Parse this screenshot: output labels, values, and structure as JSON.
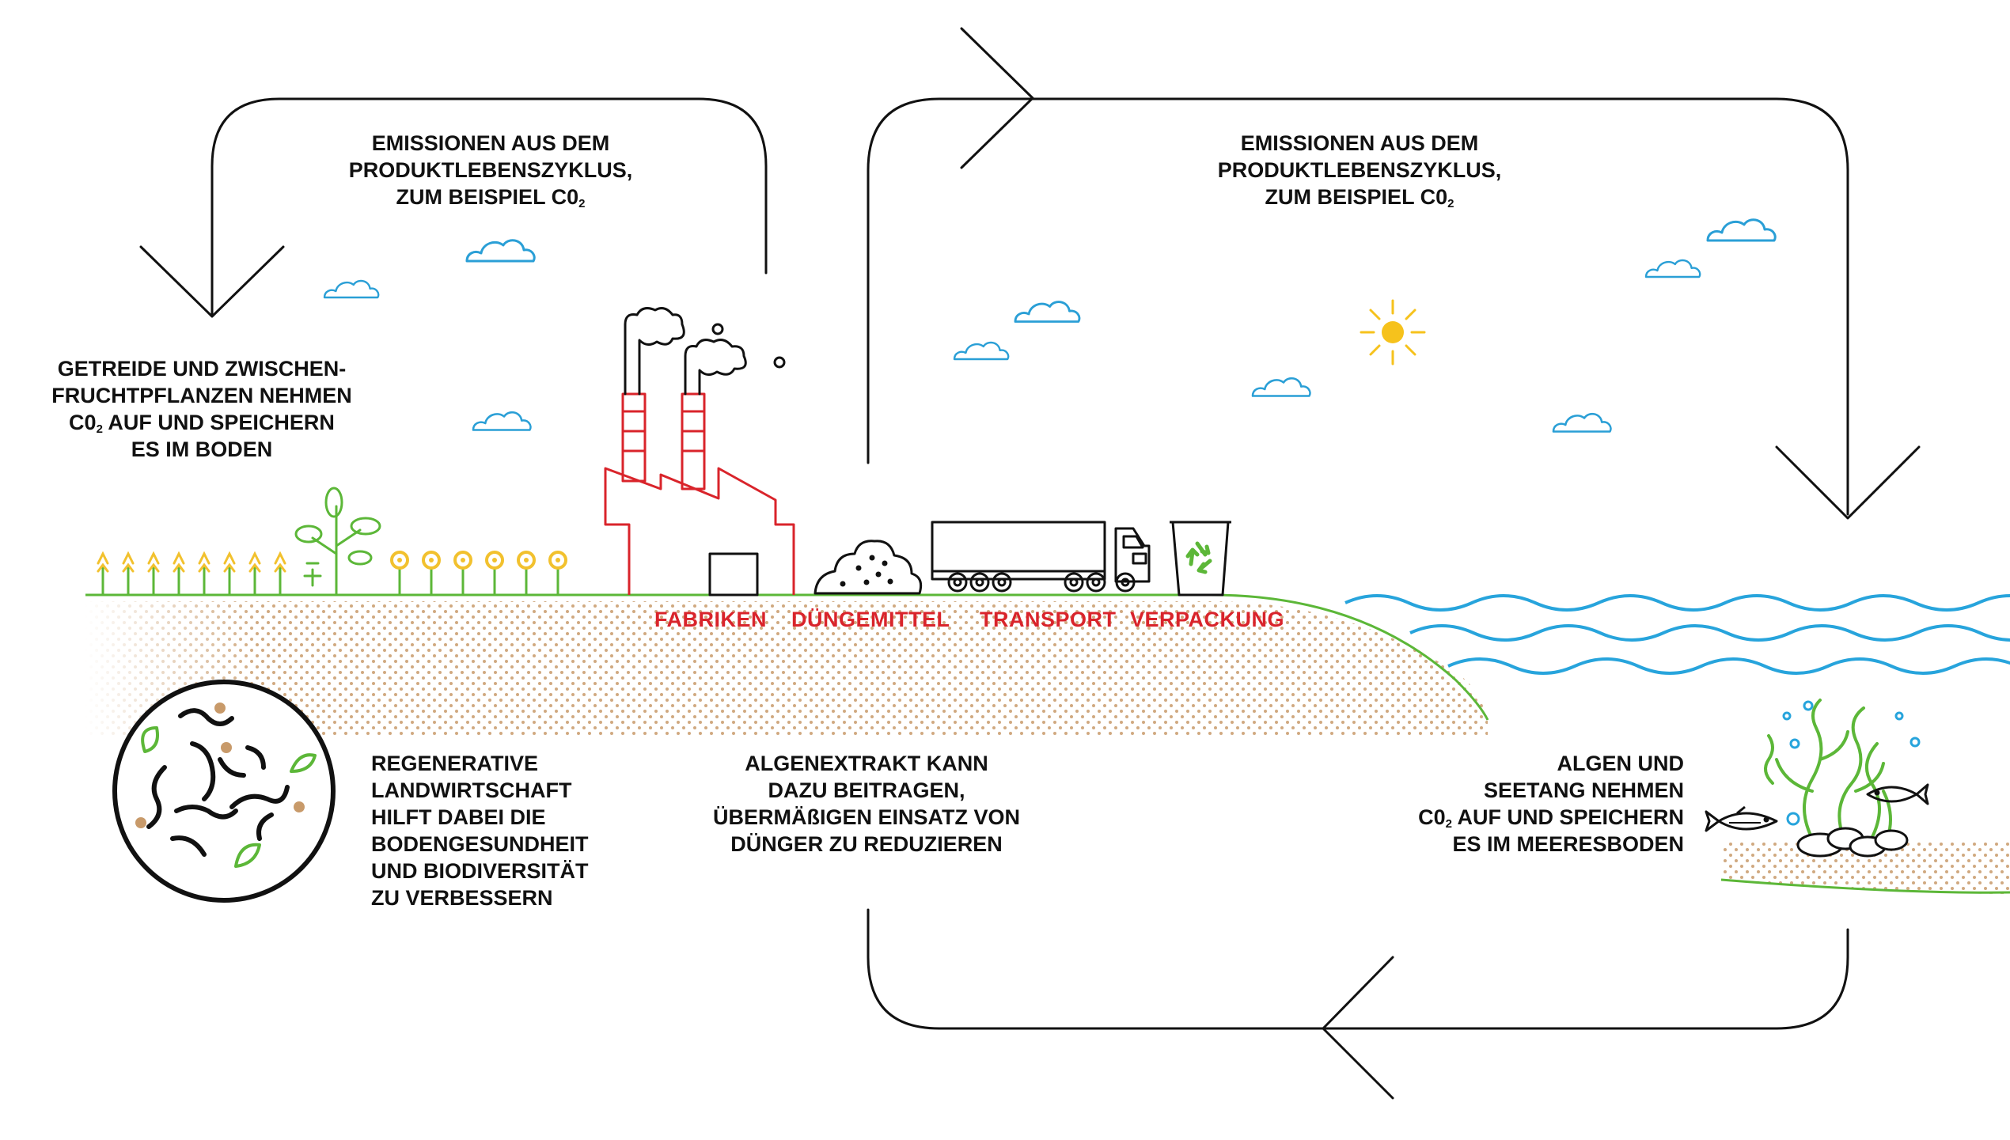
{
  "labels": {
    "emissions_left": [
      "EMISSIONEN AUS DEM",
      "PRODUKTLEBENSZYKLUS,",
      "ZUM BEISPIEL C0"
    ],
    "emissions_right": [
      "EMISSIONEN AUS DEM",
      "PRODUKTLEBENSZYKLUS,",
      "ZUM BEISPIEL C0"
    ],
    "co2_subscript": "2",
    "crops": [
      "GETREIDE UND ZWISCHEN-",
      "FRUCHTPFLANZEN NEHMEN",
      "C0",
      " AUF UND SPEICHERN",
      "ES IM BODEN"
    ],
    "regenerative": [
      "REGENERATIVE",
      "LANDWIRTSCHAFT",
      "HILFT DABEI DIE",
      "BODENGESUNDHEIT",
      "UND BIODIVERSITÄT",
      "ZU VERBESSERN"
    ],
    "algae_extract": [
      "ALGENEXTRAKT KANN",
      "DAZU BEITRAGEN,",
      "ÜBERMÄßIGEN EINSATZ VON",
      "DÜNGER ZU REDUZIEREN"
    ],
    "seaweed": [
      "ALGEN UND",
      "SEETANG NEHMEN",
      "C0",
      " AUF UND SPEICHERN",
      "ES IM MEERESBODEN"
    ]
  },
  "stages": [
    "FABRIKEN",
    "DÜNGEMITTEL",
    "TRANSPORT",
    "VERPACKUNG"
  ],
  "colors": {
    "text": "#111111",
    "accent_red": "#d9242b",
    "ground_green": "#5cb738",
    "cloud_blue": "#2a9fd6",
    "water_blue": "#27a4dc",
    "soil_dots": "#c89a6a",
    "sun_yellow": "#f6c21c",
    "factory_red": "#d9242b",
    "flower_yellow": "#f2c12e"
  },
  "icons": [
    "cloud-icon",
    "sun-icon",
    "factory-icon",
    "fertilizer-pile-icon",
    "truck-icon",
    "recycle-bin-icon",
    "tree-icon",
    "wheat-icon",
    "flower-icon",
    "fish-icon",
    "seaweed-icon",
    "worm-icon",
    "leaf-icon"
  ]
}
